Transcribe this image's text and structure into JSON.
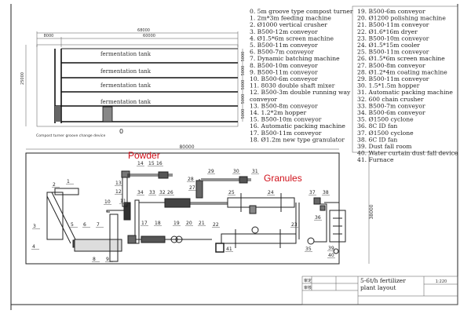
{
  "plan": {
    "tanks": [
      "fermentation tank",
      "fermentation tank",
      "fermentation tank",
      "fermentation tank"
    ],
    "dims": {
      "total_width": "68000",
      "left_width": "8000",
      "tank_length": "60000",
      "height": "25000",
      "tank_width": "5000"
    },
    "turner_label": "0",
    "caption": "Compost turner groove change device"
  },
  "legend": [
    "0. 5m groove type compost turner",
    "1. 2m*3m feeding machine",
    "2. Ø1000 vertical crusher",
    "3. B500-12m conveyor",
    "4. Ø1.5*6m screen machine",
    "5. B500-11m conveyor",
    "6. B500-7m conveyor",
    "7. Dynamic batching machine",
    "8. B500-10m conveyor",
    "9. B500-11m conveyor",
    "10. B500-6m conveyor",
    "11. 8030 double shaft mixer",
    "12. B500-3m double running way",
    "conveyor",
    "13. B500-8m conveyor",
    "14. 1.2*2m hopper",
    "15. B500-10m conveyor",
    "16. Automatic packing machine",
    "17. B500-11m conveyor",
    "18. Ø1.2m new type granulator",
    "19. B500-6m conveyor",
    "20. Ø1200 polishing machine",
    "21. B500-11m conveyor",
    "22. Ø1.6*16m dryer",
    "23. B500-10m conveyor",
    "24. Ø1.5*15m cooler",
    "25. B500-11m conveyor",
    "26. Ø1.5*6m screen machine",
    "27. B500-8m conveyor",
    "28. Ø1.2*4m coating machine",
    "29. B500-11m conveyor",
    "30. 1.5*1.5m hopper",
    "31. Automatic packing machine",
    "32. 600 chain crusher",
    "33. B500-7m conveyor",
    "34. B500-6m conveyor",
    "35. Ø1500 cyclone",
    "36. 8C ID fan",
    "37. Ø1500 cyclone",
    "38. 6C ID fan",
    "39. Dust fall room",
    "40. Water curtain dust fall device",
    "41. Furnace"
  ],
  "layout": {
    "width_dim": "80000",
    "height_dim": "38000",
    "powder_label": "Powder",
    "granules_label": "Granules",
    "callouts": [
      "1",
      "2",
      "3",
      "4",
      "5",
      "6",
      "7",
      "8",
      "9",
      "10",
      "11",
      "12",
      "13",
      "14",
      "15",
      "16",
      "17",
      "18",
      "19",
      "20",
      "21",
      "22",
      "23",
      "24",
      "25",
      "26",
      "27",
      "28",
      "29",
      "30",
      "31",
      "32",
      "33",
      "34",
      "35",
      "36",
      "37",
      "38",
      "39",
      "40",
      "41"
    ]
  },
  "title_block": {
    "row1_label": "审定",
    "row2_label": "审核",
    "title_line1": "5-6t/h fertilizer",
    "title_line2": "plant layout",
    "scale": "1:220"
  }
}
